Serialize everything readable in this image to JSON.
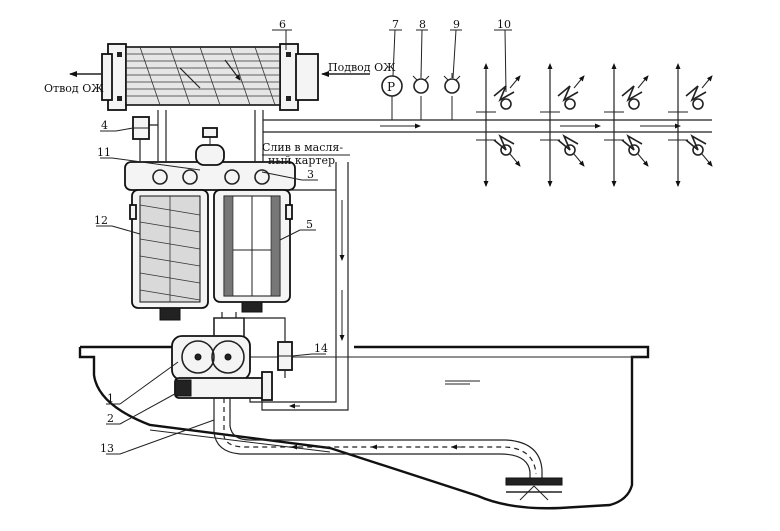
{
  "diagram": {
    "texts": {
      "outlet": "Отвод ОЖ",
      "inlet": "Подвод ОЖ",
      "drain_line1": "Слив в масля-",
      "drain_line2": "ный картер",
      "gauge_letter": "P"
    },
    "callouts": [
      "1",
      "2",
      "3",
      "4",
      "5",
      "6",
      "7",
      "8",
      "9",
      "10",
      "11",
      "12",
      "13",
      "14"
    ]
  }
}
